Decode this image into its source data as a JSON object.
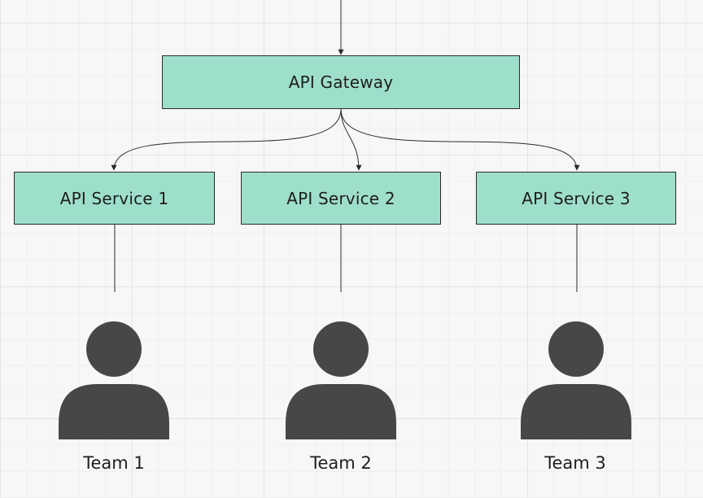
{
  "colors": {
    "box_fill": "#9edfcc",
    "person_fill": "#474747",
    "line": "#2b2b2b"
  },
  "gateway": {
    "label": "API Gateway"
  },
  "services": [
    {
      "label": "API Service 1"
    },
    {
      "label": "API Service 2"
    },
    {
      "label": "API Service 3"
    }
  ],
  "teams": [
    {
      "label": "Team 1",
      "icon": "person-icon"
    },
    {
      "label": "Team 2",
      "icon": "person-icon"
    },
    {
      "label": "Team 3",
      "icon": "person-icon"
    }
  ]
}
